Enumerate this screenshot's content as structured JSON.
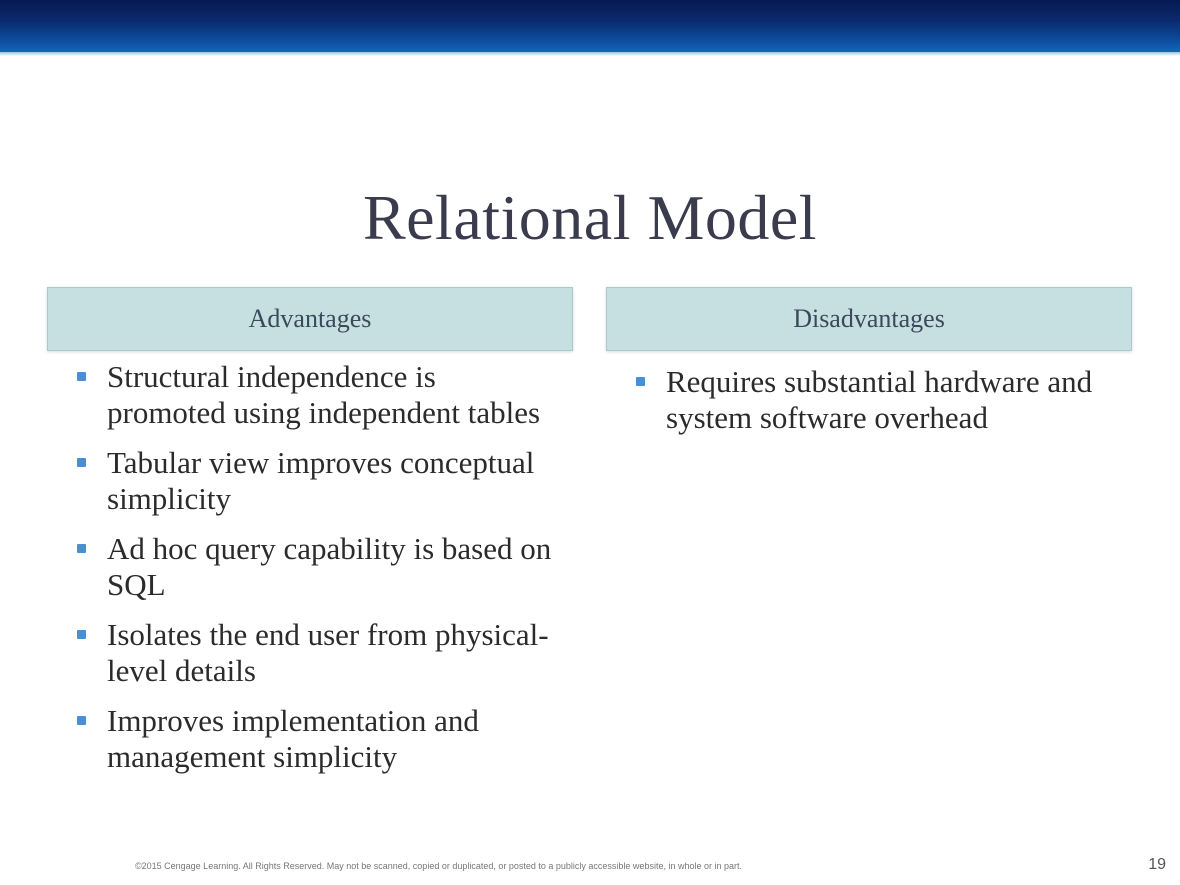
{
  "slide": {
    "title": "Relational Model",
    "advantages": {
      "header": "Advantages",
      "items": [
        "Structural independence is promoted using independent tables",
        "Tabular view improves conceptual simplicity",
        "Ad hoc query capability is based on SQL",
        "Isolates the end user from physical-level details",
        "Improves implementation and management simplicity"
      ]
    },
    "disadvantages": {
      "header": "Disadvantages",
      "items": [
        "Requires substantial hardware and system software overhead"
      ]
    },
    "footer": "©2015 Cengage Learning. All Rights Reserved. May not be scanned, copied or duplicated, or posted to a publicly accessible website, in whole or in part.",
    "page_number": "19"
  },
  "colors": {
    "top_bar": "#0a2a6e",
    "header_fill": "#c6dfe0",
    "bullet": "#4a8fd0",
    "title_text": "#3b3b4e"
  }
}
